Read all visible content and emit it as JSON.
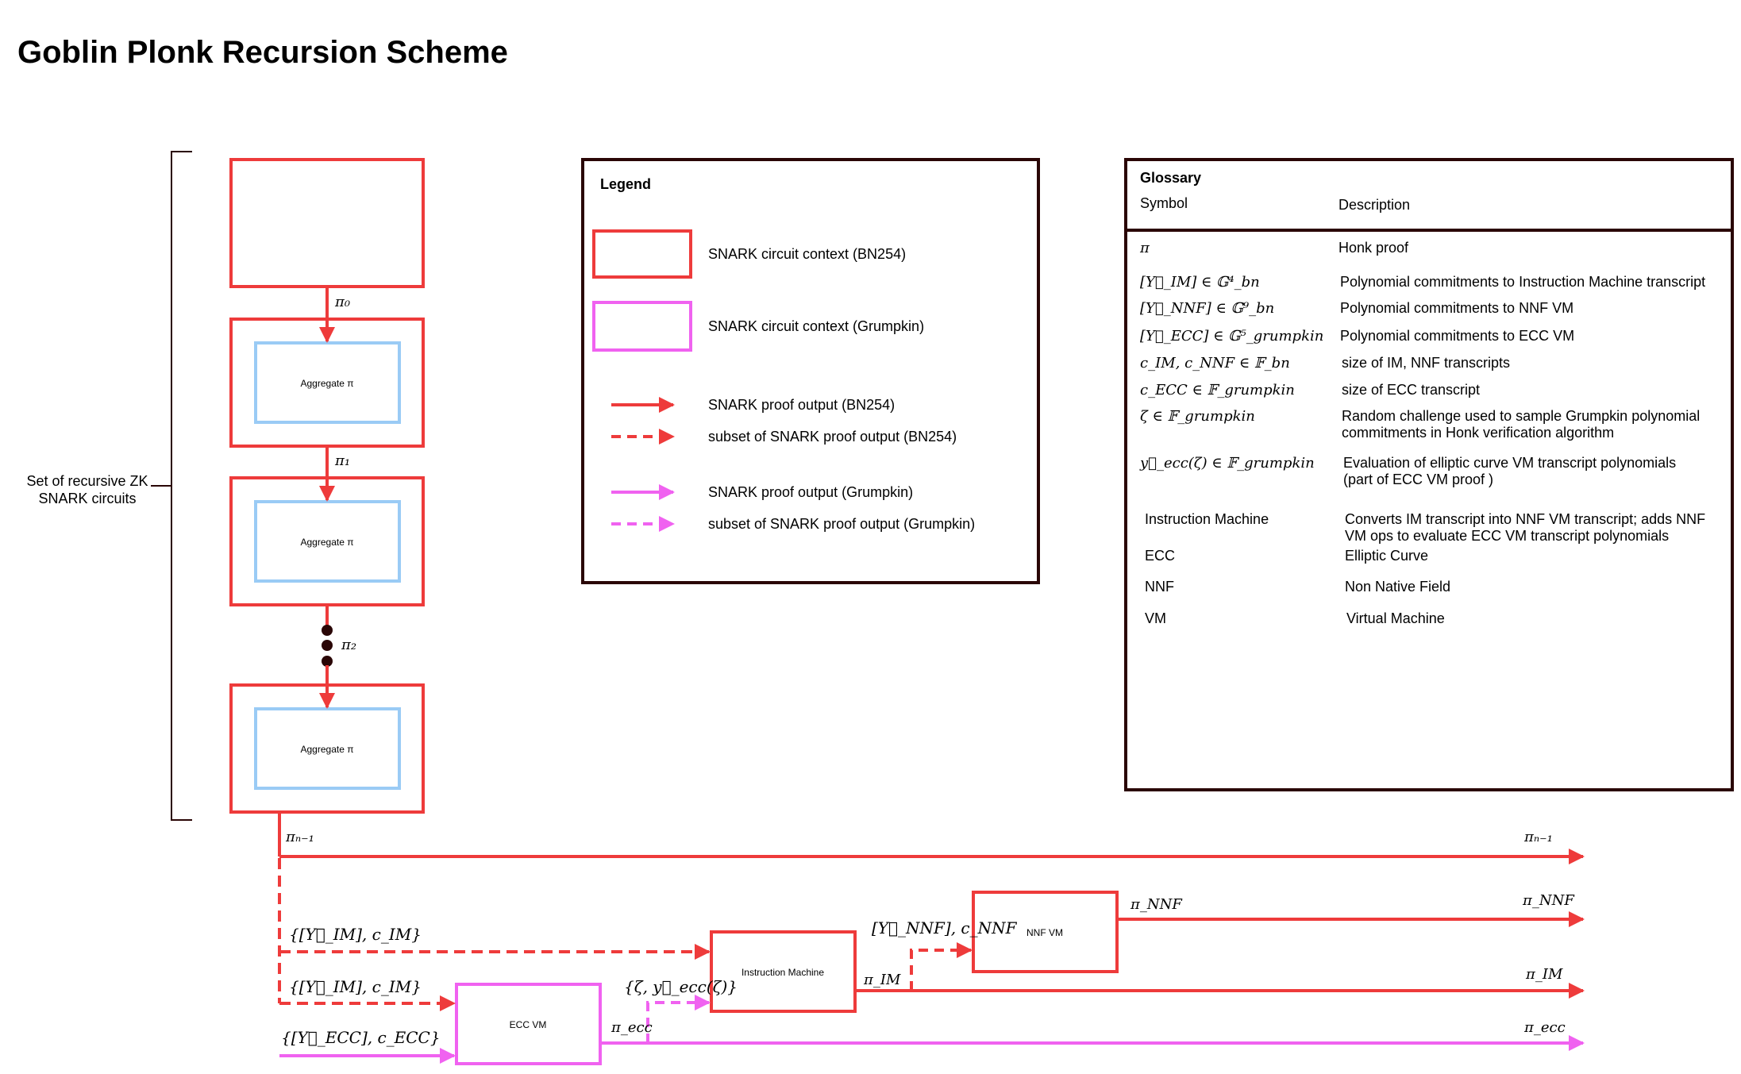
{
  "title": "Goblin Plonk Recursion Scheme",
  "colors": {
    "bn254": "#EE3B3B",
    "grumpkin": "#F062F0",
    "aggregate": "#9ACBF5",
    "panel": "#2A0606",
    "dot": "#2A0606"
  },
  "bracket_label": [
    "Set of recursive ZK",
    "SNARK circuits"
  ],
  "aggregate_label": "Aggregate π",
  "chain_labels": {
    "p0": "π₀",
    "p1": "π₁",
    "p2": "π₂",
    "pn1": "πₙ₋₁"
  },
  "legend": {
    "title": "Legend",
    "items": [
      {
        "label": "SNARK circuit context (BN254)"
      },
      {
        "label": "SNARK circuit context (Grumpkin)"
      },
      {
        "label": "SNARK proof output (BN254)"
      },
      {
        "label": "subset of SNARK proof output (BN254)"
      },
      {
        "label": "SNARK proof output (Grumpkin)"
      },
      {
        "label": "subset of SNARK proof output (Grumpkin)"
      }
    ]
  },
  "glossary": {
    "title": "Glossary",
    "symbol_header": "Symbol",
    "description_header": "Description",
    "rows": [
      {
        "symbol": "π",
        "description": [
          "Honk proof"
        ]
      },
      {
        "symbol": "[Y⃗_IM] ∈ 𝔾⁴_bn",
        "description": [
          "Polynomial commitments to Instruction Machine transcript"
        ]
      },
      {
        "symbol": "[Y⃗_NNF] ∈ 𝔾⁹_bn",
        "description": [
          "Polynomial commitments to NNF VM"
        ]
      },
      {
        "symbol": "[Y⃗_ECC] ∈ 𝔾⁵_grumpkin",
        "description": [
          "Polynomial commitments to ECC VM"
        ]
      },
      {
        "symbol": "c_IM, c_NNF ∈ 𝔽_bn",
        "description": [
          "size of IM, NNF transcripts"
        ]
      },
      {
        "symbol": "c_ECC ∈ 𝔽_grumpkin",
        "description": [
          "size of ECC transcript"
        ]
      },
      {
        "symbol": "ζ ∈ 𝔽_grumpkin",
        "description": [
          "Random challenge used to sample Grumpkin polynomial",
          "commitments in Honk verification algorithm"
        ]
      },
      {
        "symbol": "y⃗_ecc(ζ) ∈ 𝔽_grumpkin",
        "description": [
          "Evaluation of elliptic curve VM transcript polynomials",
          " (part of ECC VM proof )"
        ]
      },
      {
        "symbol": "Instruction Machine",
        "description": [
          "Converts IM transcript into NNF VM transcript; adds NNF",
          "VM ops to evaluate ECC VM transcript polynomials"
        ]
      },
      {
        "symbol": "ECC",
        "description": [
          "Elliptic Curve"
        ]
      },
      {
        "symbol": "NNF",
        "description": [
          "Non Native Field"
        ]
      },
      {
        "symbol": "VM",
        "description": [
          "Virtual Machine"
        ]
      }
    ]
  },
  "bottom": {
    "im_box": "Instruction Machine",
    "nnf_box": "NNF VM",
    "ecc_box": "ECC VM",
    "labels": {
      "pn1_left": "πₙ₋₁",
      "pn1_right": "πₙ₋₁",
      "y_im_top": "{[Y⃗_IM], c_IM}",
      "y_im_bottom": "{[Y⃗_IM], c_IM}",
      "y_ecc": "{[Y⃗_ECC], c_ECC}",
      "y_nnf": "[Y⃗_NNF], c_NNF",
      "pi_nnf_left": "π_NNF",
      "pi_nnf_right": "π_NNF",
      "pi_im_left": "π_IM",
      "pi_im_right": "π_IM",
      "zeta": "{ζ, y⃗_ecc(ζ)}",
      "pi_ecc_left": "π_ecc",
      "pi_ecc_right": "π_ecc"
    }
  }
}
